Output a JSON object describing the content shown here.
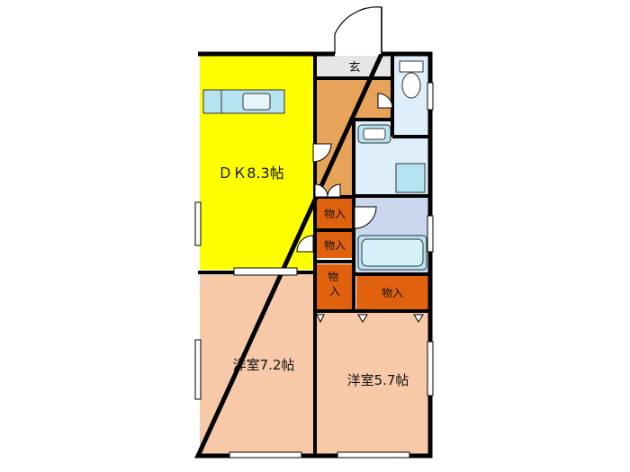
{
  "rooms": {
    "dk": {
      "label": "ＤＫ8.3帖"
    },
    "western1": {
      "label": "洋室7.2帖"
    },
    "western2": {
      "label": "洋室5.7帖"
    },
    "entrance": {
      "label": "玄"
    },
    "storage1": {
      "label": "物入"
    },
    "storage2": {
      "label": "物入"
    },
    "storage3": {
      "label": "物入"
    },
    "storage4": {
      "label": "物入"
    }
  },
  "colors": {
    "dk": "#ffff00",
    "western": "#f7c9a8",
    "hall": "#e8a35a",
    "storage": "#e0620e",
    "wet": "#dfeefb",
    "bath": "#cbd6ef",
    "fixture": "#b6e3f2",
    "wall": "#000000"
  }
}
